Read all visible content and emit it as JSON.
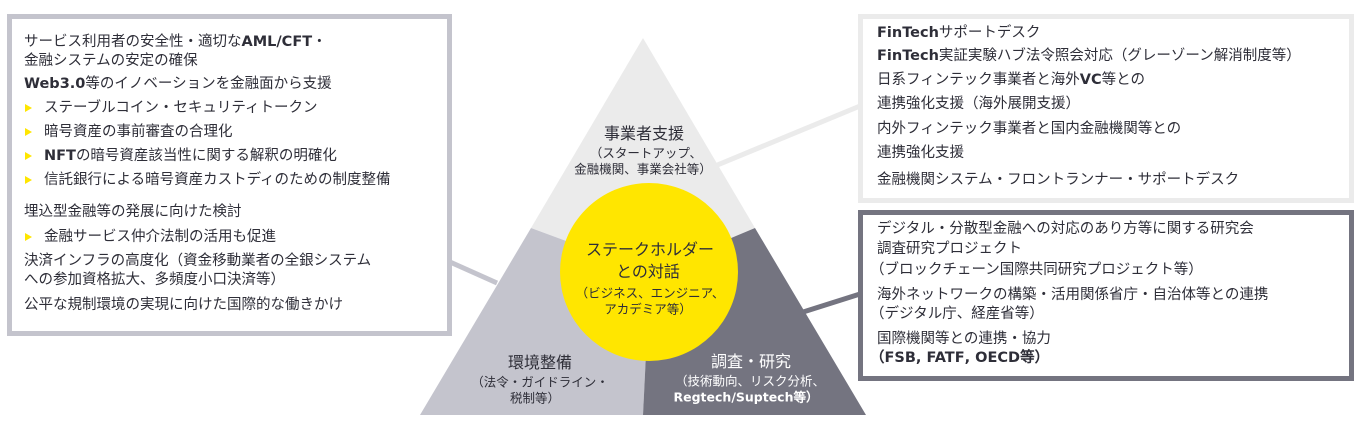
{
  "colors": {
    "yellow": "#ffe600",
    "light_gray": "#ebebeb",
    "mid_gray": "#c4c4cd",
    "dark_gray": "#747480",
    "text": "#2e2e38"
  },
  "left_box": {
    "lines": [
      "サービス利用者の安全性・適切なAML/CFT・",
      "金融システムの安定の確保",
      "Web3.0等のイノベーションを金融面から支援",
      "ステーブルコイン・セキュリティトークン",
      "暗号資産の事前審査の合理化",
      "NFTの暗号資産該当性に関する解釈の明確化",
      "信託銀行による暗号資産カストディのための制度整備",
      "埋込型金融等の発展に向けた検討",
      "金融サービス仲介法制の活用も促進",
      "決済インフラの高度化（資金移動業者の全銀システム",
      "への参加資格拡大、多頻度小口決済等）",
      "公平な規制環境の実現に向けた国際的な働きかけ"
    ]
  },
  "right_top_box": {
    "lines": [
      "FinTech",
      "サポートデスク",
      "FinTech",
      "実証実験ハブ法令照会対応（グレーゾーン解消制度等）",
      "日系フィンテック事業者と海外VC等との",
      "連携強化支援（海外展開支援）",
      "内外フィンテック事業者と国内金融機関等との",
      "連携強化支援",
      "金融機関システム・フロントランナー・サポートデスク"
    ]
  },
  "right_bottom_box": {
    "lines": [
      "デジタル・分散型金融への対応のあり方等に関する研究会",
      "調査研究プロジェクト",
      "（ブロックチェーン国際共同研究プロジェクト等）",
      "海外ネットワークの構築・活用関係省庁・自治体等との連携",
      "（デジタル庁、経産省等）",
      "国際機関等との連携・協力",
      "（FSB, FATF, OECD等）"
    ]
  },
  "pyramid": {
    "top": {
      "title": "事業者支援",
      "sub1": "（スタートアップ、",
      "sub2": "金融機関、事業会社等）"
    },
    "left": {
      "title": "環境整備",
      "sub1": "（法令・ガイドライン・",
      "sub2": "税制等）"
    },
    "right": {
      "title": "調査・研究",
      "sub1": "（技術動向、リスク分析、",
      "sub2": "Regtech/Suptech等）"
    },
    "center": {
      "title1": "ステークホルダー",
      "title2": "との対話",
      "sub1": "（ビジネス、エンジニア、",
      "sub2": "アカデミア等）"
    }
  }
}
